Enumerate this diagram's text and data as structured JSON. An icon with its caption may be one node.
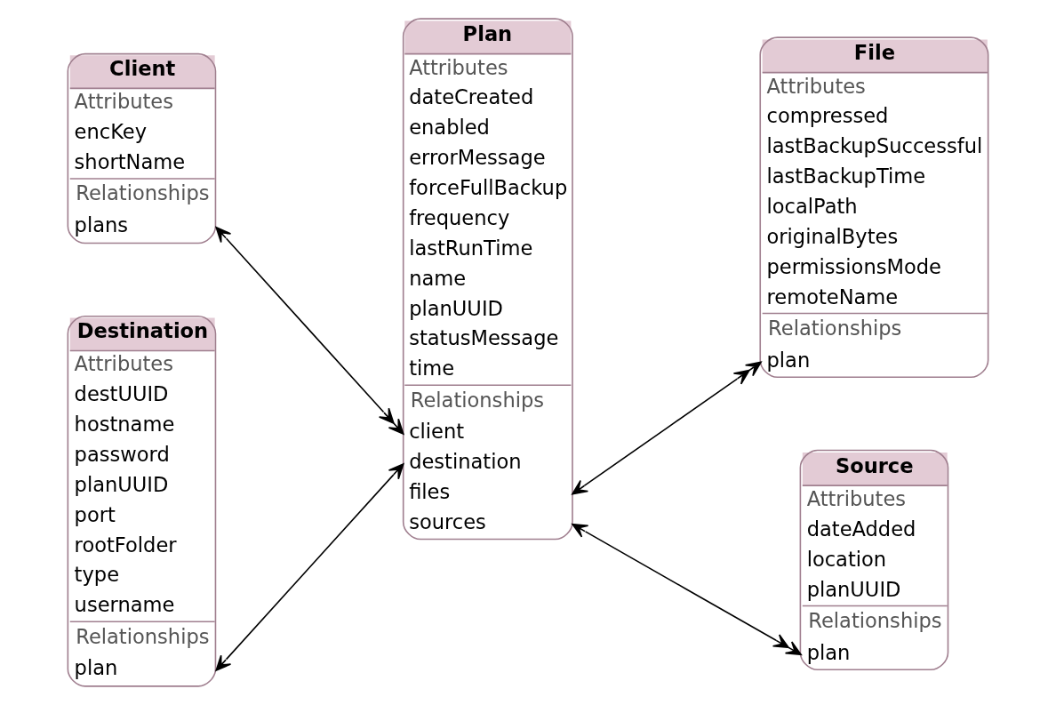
{
  "diagram": {
    "nodes": [
      {
        "text": [
          "Client",
          "Attributes",
          "encKey",
          "shortName",
          "Relationships",
          "plans"
        ]
      },
      {
        "text": [
          "Plan",
          "Attributes",
          "dateCreated",
          "enabled",
          "errorMessage",
          "forceFullBackup",
          "frequency",
          "lastRunTime",
          "name",
          "planUUID",
          "statusMessage",
          "time",
          "Relationships",
          "client",
          "destination",
          "files",
          "sources"
        ]
      },
      {
        "text": [
          "File",
          "Attributes",
          "compressed",
          "lastBackupSuccessful",
          "lastBackupTime",
          "localPath",
          "originalBytes",
          "permissionsMode",
          "remoteName",
          "Relationships",
          "plan"
        ]
      },
      {
        "text": [
          "Destination",
          "Attributes",
          "destUUID",
          "hostname",
          "password",
          "planUUID",
          "port",
          "rootFolder",
          "type",
          "username",
          "Relationships",
          "plan"
        ]
      },
      {
        "text": [
          "Source",
          "Attributes",
          "dateAdded",
          "location",
          "planUUID",
          "Relationships",
          "plan"
        ]
      }
    ],
    "edges": [
      {
        "from": 0,
        "to": 1,
        "arrow": "both"
      },
      {
        "from": 1,
        "to": 2,
        "arrow": "both"
      },
      {
        "from": 3,
        "to": 1,
        "arrow": "both"
      },
      {
        "from": 1,
        "to": 4,
        "arrow": "both"
      }
    ]
  }
}
